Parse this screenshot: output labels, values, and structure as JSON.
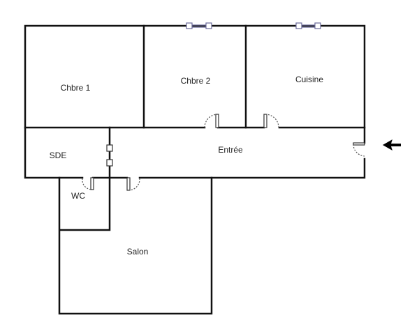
{
  "rooms": [
    {
      "id": "chbre1",
      "label": "Chbre 1"
    },
    {
      "id": "chbre2",
      "label": "Chbre 2"
    },
    {
      "id": "cuisine",
      "label": "Cuisine"
    },
    {
      "id": "sde",
      "label": "SDE"
    },
    {
      "id": "entree",
      "label": "Entrée"
    },
    {
      "id": "wc",
      "label": "WC"
    },
    {
      "id": "salon",
      "label": "Salon"
    }
  ],
  "entrance_arrow": "arrow-left-icon",
  "colors": {
    "wall": "#111111",
    "window": "#6a6a9a"
  }
}
